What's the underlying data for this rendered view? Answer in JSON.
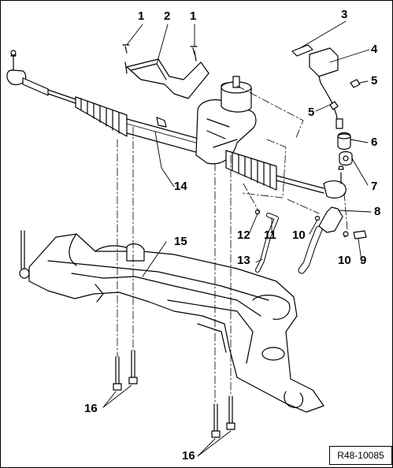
{
  "callouts": {
    "c1a": "1",
    "c1b": "1",
    "c2": "2",
    "c3": "3",
    "c4": "4",
    "c5a": "5",
    "c5b": "5",
    "c6": "6",
    "c7": "7",
    "c8": "8",
    "c9": "9",
    "c10a": "10",
    "c10b": "10",
    "c11": "11",
    "c12": "12",
    "c13": "13",
    "c14": "14",
    "c15": "15",
    "c16a": "16",
    "c16b": "16"
  },
  "reference": "R48-10085"
}
